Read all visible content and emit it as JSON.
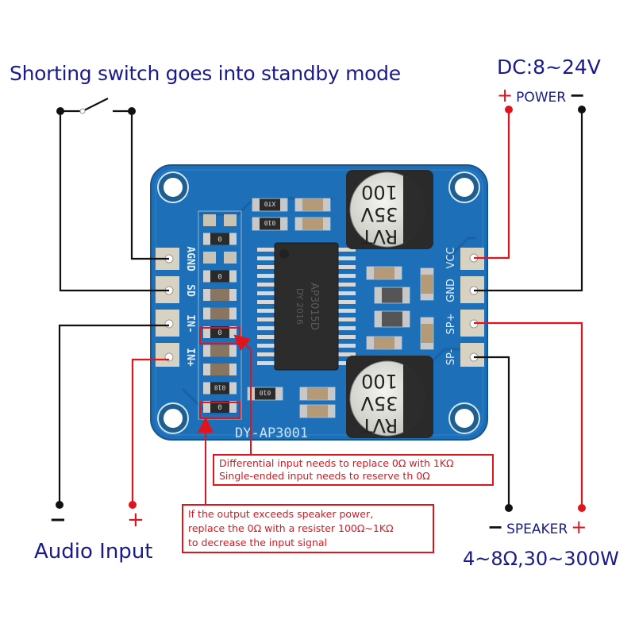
{
  "title": "Shorting switch goes into standby mode",
  "power": {
    "voltage": "DC:8~24V",
    "plus": "+",
    "label": "POWER",
    "minus": "−"
  },
  "audio_input": {
    "minus": "−",
    "plus": "+",
    "label": "Audio Input"
  },
  "speaker": {
    "minus": "−",
    "label": "SPEAKER",
    "plus": "+",
    "spec": "4~8Ω,30~300W"
  },
  "notes": {
    "differential": [
      "Differential input needs to replace 0Ω with 1KΩ",
      "Single-ended input needs to reserve th 0Ω"
    ],
    "gain": [
      "If the output exceeds speaker power,",
      "replace the 0Ω with a resister 100Ω~1KΩ",
      "to decrease the input signal"
    ]
  },
  "board": {
    "model": "DY-AP3001",
    "left_pins": [
      "AGND",
      "SD",
      "IN-",
      "IN+"
    ],
    "right_pins": [
      "VCC",
      "GND",
      "SP+",
      "SP-"
    ],
    "chip_marking": [
      "AP3015D",
      "DY 2016"
    ],
    "capacitor_marking": [
      "RVT",
      "35V",
      "100"
    ],
    "resistor_marking": "0",
    "small_markings": [
      "XT0",
      "010",
      "010",
      "018"
    ],
    "colors": {
      "pcb": "#1d6fb8",
      "wire_positive": "#e0141c",
      "wire_negative": "#111111",
      "text": "#1a1a8c"
    }
  }
}
